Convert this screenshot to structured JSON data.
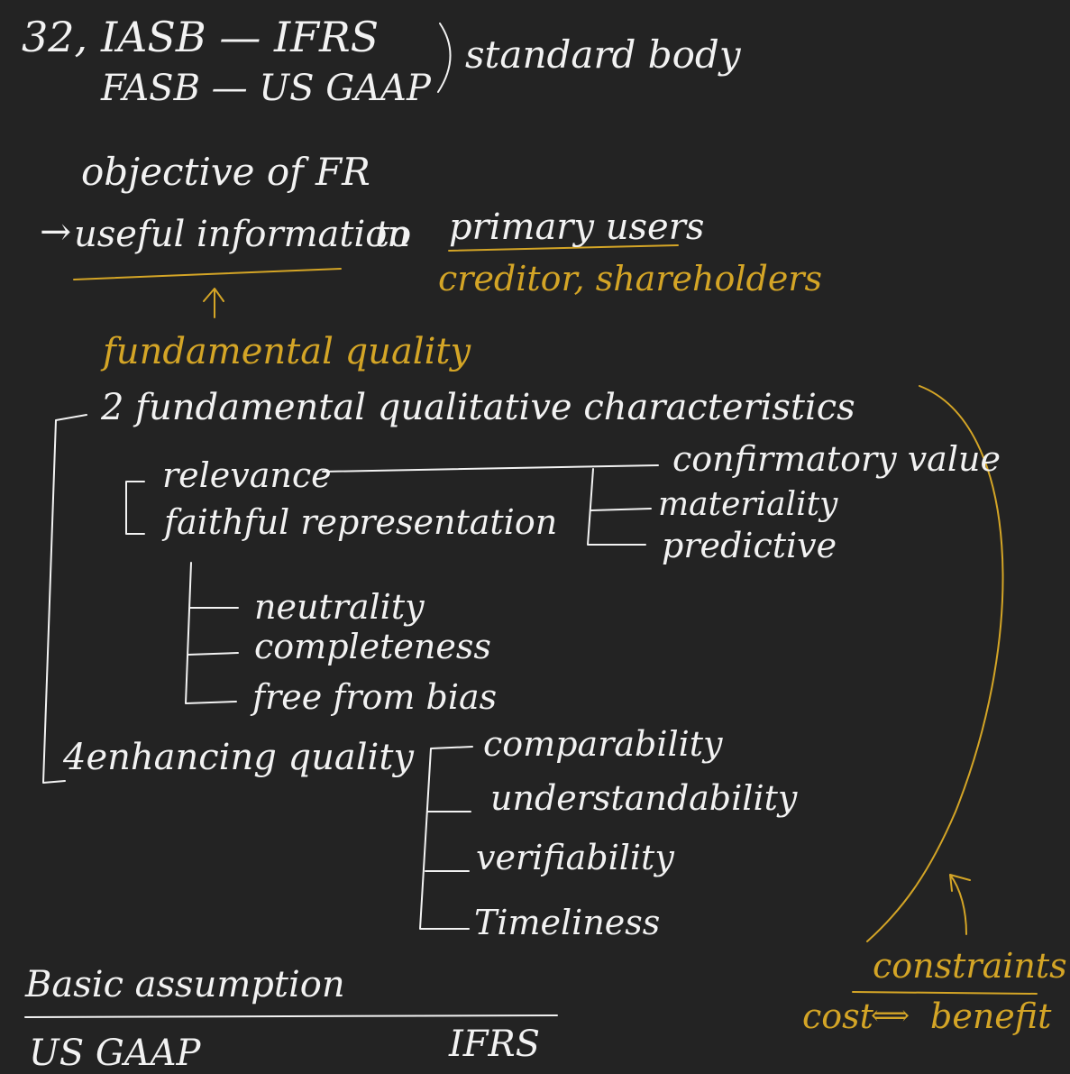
{
  "header": {
    "number": "32,",
    "iasb": "IASB — IFRS",
    "fasb": "FASB — US GAAP",
    "standard_body": "standard body"
  },
  "objective": {
    "title": "objective of FR",
    "arrow": "→",
    "useful_info": "useful information",
    "to": "to",
    "primary_users": "primary users",
    "users_examples": "creditor, shareholders",
    "up_arrow": "↑",
    "fundamental_quality": "fundamental quality"
  },
  "fundamental": {
    "heading": "2 fundamental qualitative characteristics",
    "relevance": "relevance",
    "faithful": "faithful representation",
    "relevance_items": [
      "confirmatory value",
      "materiality",
      "predictive"
    ],
    "faithful_items": [
      "neutrality",
      "completeness",
      "free from bias"
    ]
  },
  "enhancing": {
    "heading": "4enhancing quality",
    "items": [
      "comparability",
      "understandability",
      "verifiability",
      "Timeliness"
    ]
  },
  "constraints": {
    "label": "constraints",
    "cost": "cost",
    "arrow": "⟺",
    "benefit": "benefit"
  },
  "assumption": {
    "title": "Basic assumption",
    "col_left": "US GAAP",
    "col_right": "IFRS"
  },
  "colors": {
    "background": "#232323",
    "ink_white": "#f2f2f2",
    "ink_yellow": "#d4a526"
  }
}
